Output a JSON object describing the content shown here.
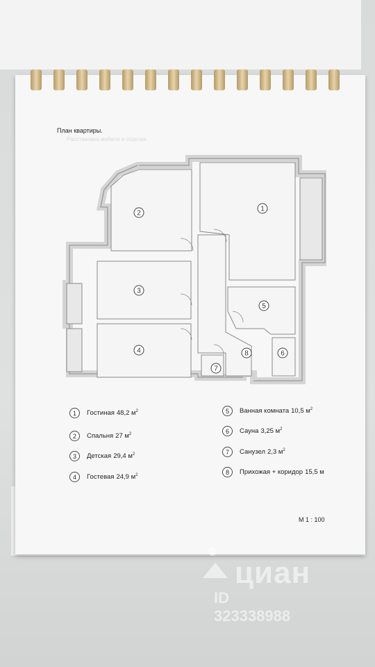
{
  "plan_title": "План квартиры.",
  "plan_subtitle": "Расстановка мебели и отделки",
  "rooms": [
    {
      "num": "1",
      "name": "Гостиная",
      "area": "48,2 м",
      "unit_sup": "2"
    },
    {
      "num": "2",
      "name": "Спальня",
      "area": "27 м",
      "unit_sup": "2"
    },
    {
      "num": "3",
      "name": "Детская",
      "area": "29,4 м",
      "unit_sup": "2"
    },
    {
      "num": "4",
      "name": "Гостевая",
      "area": "24,9 м",
      "unit_sup": "2"
    },
    {
      "num": "5",
      "name": "Ванная комната",
      "area": "10,5 м",
      "unit_sup": "2"
    },
    {
      "num": "6",
      "name": "Сауна",
      "area": "3,25 м",
      "unit_sup": "2"
    },
    {
      "num": "7",
      "name": "Санузел",
      "area": "2,3 м",
      "unit_sup": "2"
    },
    {
      "num": "8",
      "name": "Прихожая + коридор",
      "area": "15,5 м",
      "unit_sup": ""
    }
  ],
  "scale": "М 1 : 100",
  "watermark": {
    "brand": "циан",
    "id": "ID 323338988"
  },
  "colors": {
    "wall": "#d4d4d4",
    "wall_edge": "#8a8a8a",
    "paper": "#f7f7f7",
    "ring": "#d8bf8c"
  }
}
